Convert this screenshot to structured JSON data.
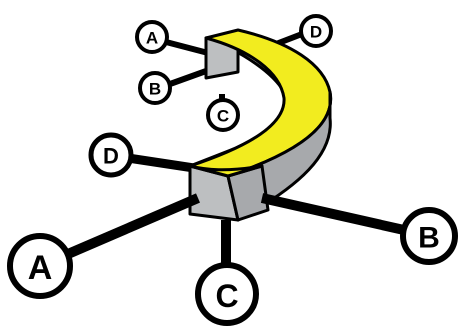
{
  "colors": {
    "face_yellow": "#f2ec1f",
    "face_gray": "#bdbfc1",
    "face_gray_dark": "#a7a9ac",
    "outline": "#000000",
    "background": "#ffffff"
  },
  "callouts": {
    "small_a": "A",
    "small_b": "B",
    "small_c": "C",
    "small_d": "D",
    "large_a": "A",
    "large_b": "B",
    "large_c": "C",
    "large_d": "D"
  }
}
